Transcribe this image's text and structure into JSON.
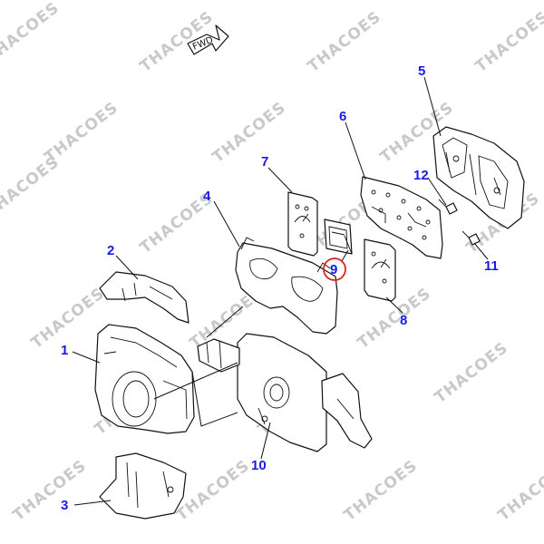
{
  "diagram": {
    "direction_tag": "FWD",
    "watermark": "THACOES",
    "highlight_color": "#e02020",
    "callout_color": "#1a1ae6",
    "callouts": [
      {
        "id": "1",
        "label": "1"
      },
      {
        "id": "2",
        "label": "2"
      },
      {
        "id": "3",
        "label": "3"
      },
      {
        "id": "4",
        "label": "4"
      },
      {
        "id": "5",
        "label": "5"
      },
      {
        "id": "6",
        "label": "6"
      },
      {
        "id": "7",
        "label": "7"
      },
      {
        "id": "8",
        "label": "8"
      },
      {
        "id": "9",
        "label": "9",
        "highlighted": true
      },
      {
        "id": "10",
        "label": "10"
      },
      {
        "id": "11",
        "label": "11"
      },
      {
        "id": "12",
        "label": "12"
      }
    ]
  }
}
